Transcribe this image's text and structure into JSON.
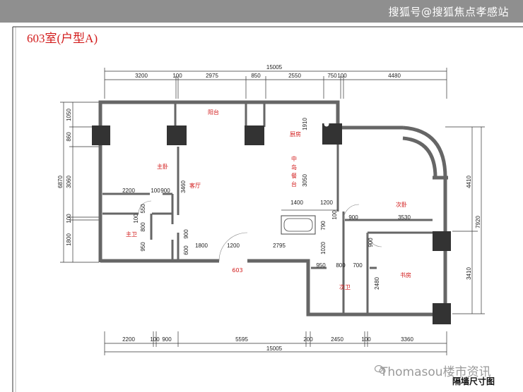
{
  "header": {
    "watermark_text": "搜狐号@搜狐焦点孝感站"
  },
  "unit_title": "603室(户型A)",
  "footer": {
    "source_text": "Thomasou楼市资讯",
    "caption": "隔墙尺寸图"
  },
  "rooms": {
    "balcony": "阳台",
    "kitchen": "厨房",
    "island": [
      "中",
      "岛",
      "餐",
      "台"
    ],
    "master": "主卧",
    "living": "客厅",
    "master_bath": "主卫",
    "second": "次卧",
    "study": "书房",
    "second_bath": "次卫",
    "door": "603"
  },
  "dims_top": {
    "total": "15005",
    "segs": [
      "3200",
      "100",
      "2975",
      "850",
      "2550",
      "750",
      "100",
      "4480"
    ]
  },
  "dims_bottom": {
    "total": "15005",
    "segs": [
      "2200",
      "100",
      "900",
      "5595",
      "200",
      "2450",
      "100",
      "3360"
    ]
  },
  "dims_left": {
    "total": "6870",
    "segs": [
      "1050",
      "860",
      "3060",
      "100",
      "1800"
    ]
  },
  "dims_right": {
    "total": "7920",
    "segs": [
      "4410",
      "3410"
    ]
  },
  "dims_inner": [
    "2200",
    "100",
    "900",
    "3460",
    "100",
    "550",
    "800",
    "900",
    "950",
    "600",
    "1800",
    "1200",
    "2795",
    "1910",
    "3050",
    "1400",
    "1200",
    "900",
    "3530",
    "790",
    "1020",
    "100",
    "950",
    "800",
    "700",
    "2480",
    "900"
  ]
}
